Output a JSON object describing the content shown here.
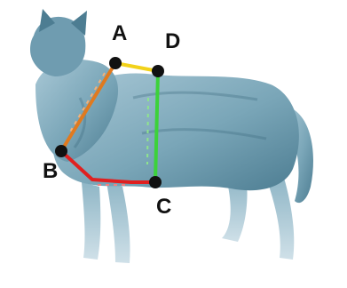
{
  "diagram": {
    "points": [
      {
        "id": "A",
        "label": "A"
      },
      {
        "id": "B",
        "label": "B"
      },
      {
        "id": "C",
        "label": "C"
      },
      {
        "id": "D",
        "label": "D"
      }
    ],
    "segments": [
      {
        "from": "A",
        "to": "B",
        "color": "#e07a1f"
      },
      {
        "from": "A",
        "to": "D",
        "color": "#f2d21a"
      },
      {
        "from": "D",
        "to": "C",
        "color": "#3cd23a"
      },
      {
        "from": "B",
        "to": "C",
        "color": "#e02020"
      }
    ],
    "colors": {
      "dog_tint": "#7aa6b8",
      "dog_shadow": "#3f6c80",
      "point_fill": "#111111"
    }
  }
}
